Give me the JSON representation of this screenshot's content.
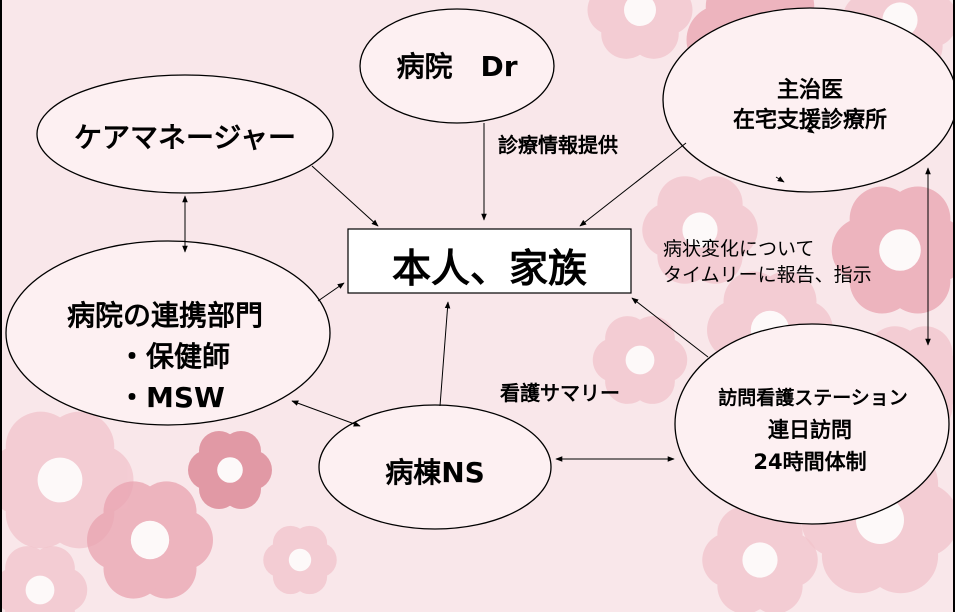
{
  "nodes": {
    "hospital_dr": "病院　Dr",
    "care_manager": "ケアマネージャー",
    "attending_lines": [
      "主治医",
      "在宅支援診療所"
    ],
    "patient_family": "本人、家族",
    "liaison_lines": [
      "病院の連携部門",
      "・保健師",
      "・MSW"
    ],
    "ward_ns": "病棟NS",
    "visiting_lines": [
      "訪問看護ステーション",
      "連日訪問",
      "24時間体制"
    ]
  },
  "annotations": {
    "medical_info": "診療情報提供",
    "condition_lines": [
      "病状変化について",
      "タイムリーに報告、指示"
    ],
    "nursing_summary": "看護サマリー"
  },
  "colors": {
    "background": "#f9e7ea",
    "ellipse_fill": "#fdf0f2",
    "flower_light": "#f2c4cc",
    "flower_mid": "#e9a3b0",
    "flower_dark": "#d9808f",
    "line": "#000000"
  }
}
